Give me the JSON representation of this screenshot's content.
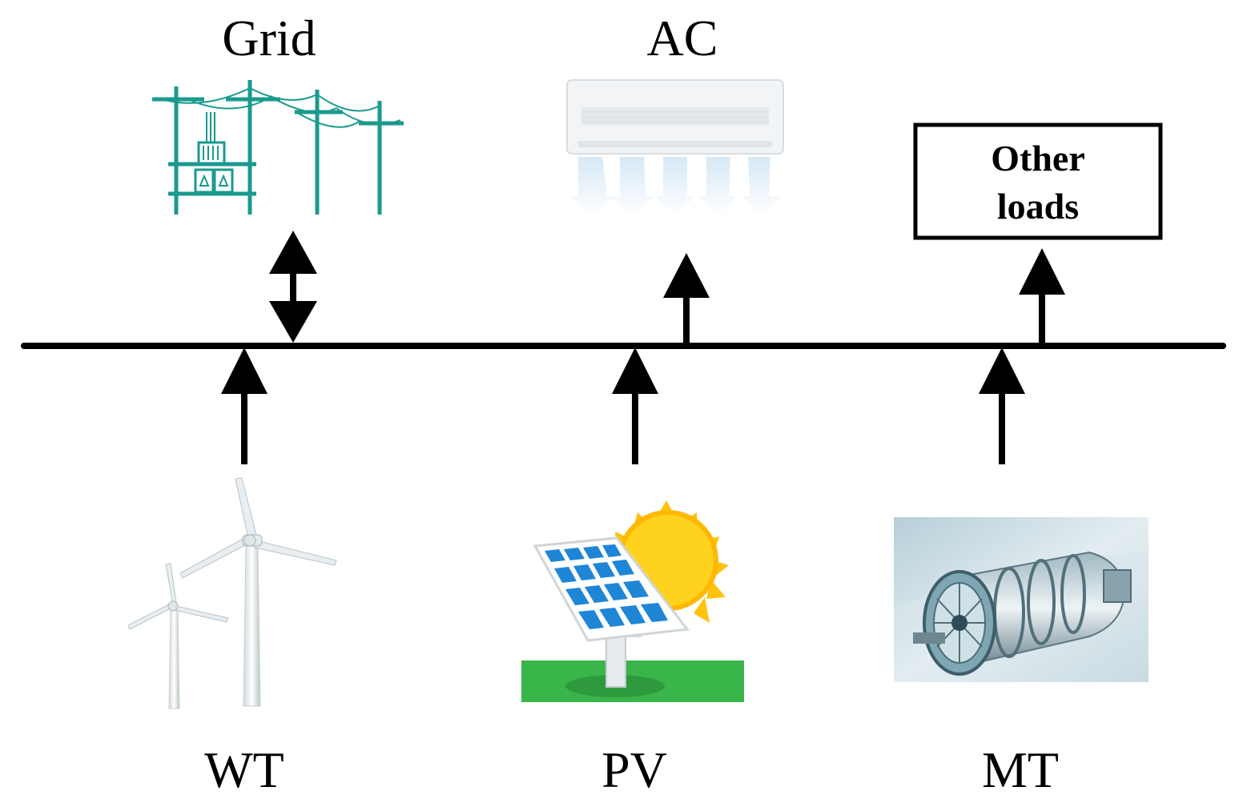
{
  "labels": {
    "grid": "Grid",
    "ac": "AC",
    "other_loads_line1": "Other",
    "other_loads_line2": "loads",
    "wt": "WT",
    "pv": "PV",
    "mt": "MT"
  },
  "icons": {
    "grid": "power-grid-icon",
    "ac": "air-conditioner-icon",
    "wt": "wind-turbine-icon",
    "pv": "solar-panel-icon",
    "mt": "micro-turbine-icon"
  },
  "colors": {
    "grid_teal": "#1a9a8e",
    "ac_body": "#f1f3f5",
    "ac_air": "#dcebf7",
    "sun": "#ffd21f",
    "panel": "#1f86d6",
    "ground": "#3ab54a",
    "line": "#000000"
  }
}
